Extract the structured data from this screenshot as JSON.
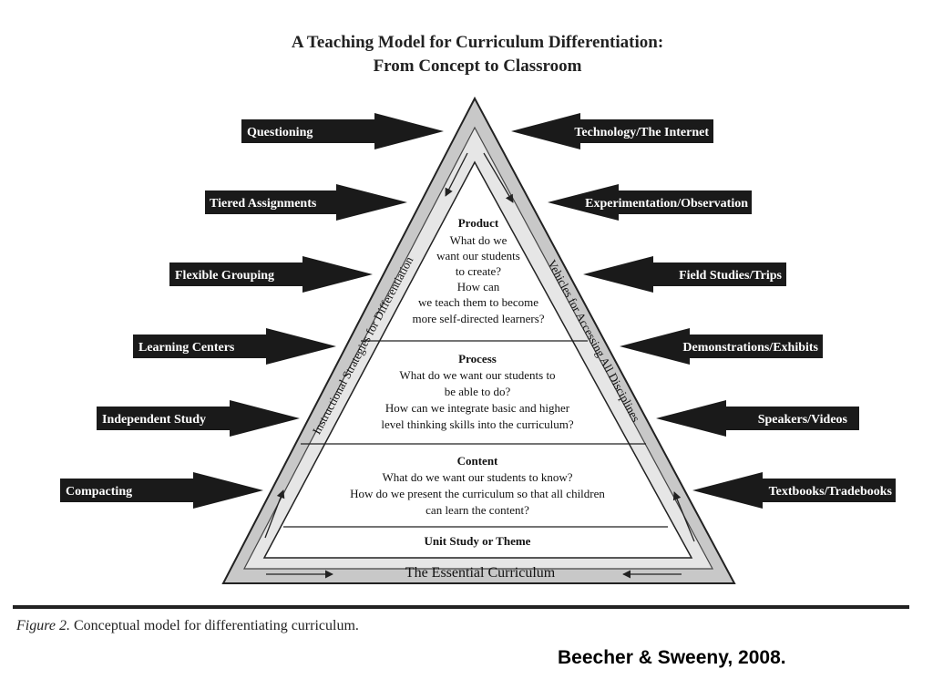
{
  "title": {
    "line1": "A Teaching Model for Curriculum Differentiation:",
    "line2": "From Concept to Classroom"
  },
  "left_arrows": [
    "Questioning",
    "Tiered Assignments",
    "Flexible Grouping",
    "Learning Centers",
    "Independent Study",
    "Compacting"
  ],
  "right_arrows": [
    "Technology/The Internet",
    "Experimentation/Observation",
    "Field Studies/Trips",
    "Demonstrations/Exhibits",
    "Speakers/Videos",
    "Textbooks/Tradebooks"
  ],
  "left_side_label": "Instructional Strategies for Differentiation",
  "right_side_label": "Vehicles for Accessing All Disciplines",
  "tiers": {
    "product": {
      "heading": "Product",
      "lines": [
        "What do we",
        "want our students",
        "to create?",
        "How can",
        "we teach them to become",
        "more self-directed learners?"
      ]
    },
    "process": {
      "heading": "Process",
      "lines": [
        "What do we want our students to",
        "be able to do?",
        "How can we integrate basic and higher",
        "level thinking skills into the curriculum?"
      ]
    },
    "content": {
      "heading": "Content",
      "lines": [
        "What do we want our students to know?",
        "How do we present the curriculum so that all children",
        "can learn the content?"
      ]
    },
    "unit": {
      "heading": "Unit Study or Theme"
    }
  },
  "base_label": "The Essential Curriculum",
  "caption": {
    "figure": "Figure 2.",
    "text": "Conceptual model for differentiating curriculum."
  },
  "citation": "Beecher & Sweeny, 2008."
}
